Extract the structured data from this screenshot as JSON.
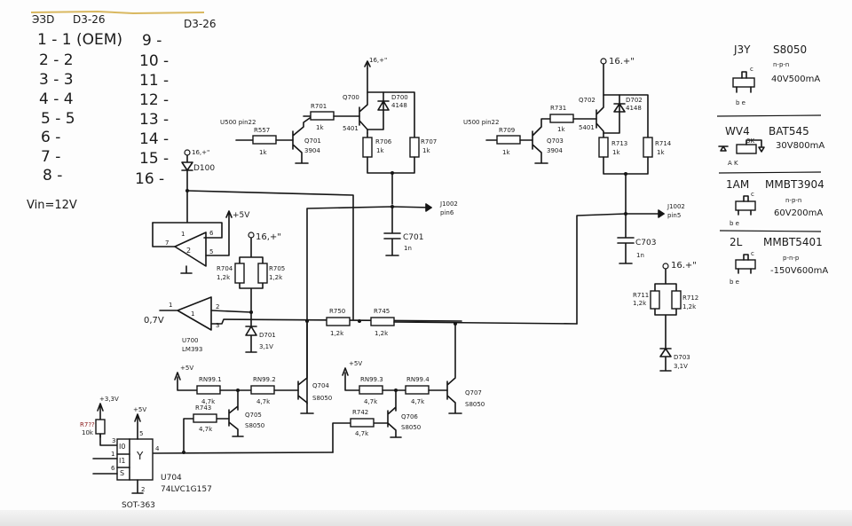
{
  "pin_table": {
    "header_left": "ЭЗD",
    "header_mid": "D3-26",
    "header_right": "D3-26",
    "left_rows": [
      "1 - 1 (OEM)",
      "2 - 2",
      "3 - 3",
      "4 - 4",
      "5 - 5",
      "6 -",
      "7 -",
      "8 -"
    ],
    "right_rows": [
      "9 -",
      "10 -",
      "11 -",
      "12 -",
      "13 -",
      "14 -",
      "15 -",
      "16 -"
    ]
  },
  "vin_label": "Vin=12V",
  "supply": {
    "rail_16": "16,+\"",
    "rail_16_alt": "16.+\"",
    "plus5": "+5V",
    "plus33": "+3,3V"
  },
  "driver_left": {
    "input": "U500 pin22",
    "r_base": {
      "ref": "R557",
      "value": "1k"
    },
    "q_npn": {
      "ref": "Q701",
      "part": "3904"
    },
    "r_mid": {
      "ref": "R701",
      "value": "1k"
    },
    "q_pnp": {
      "ref": "Q700",
      "part": "5401"
    },
    "diode": {
      "ref": "D700",
      "part": "4148"
    },
    "r_a": {
      "ref": "R706",
      "value": "1k"
    },
    "r_b": {
      "ref": "R707",
      "value": "1k"
    }
  },
  "driver_right": {
    "input": "U500 pin22",
    "r_base": {
      "ref": "R709",
      "value": "1k"
    },
    "q_npn": {
      "ref": "Q703",
      "part": "3904"
    },
    "r_mid": {
      "ref": "R731",
      "value": "1k"
    },
    "q_pnp": {
      "ref": "Q702",
      "part": "5401"
    },
    "diode": {
      "ref": "D702",
      "part": "4148"
    },
    "r_a": {
      "ref": "R713",
      "value": "1k"
    },
    "r_b": {
      "ref": "R714",
      "value": "1k"
    }
  },
  "d100": "D100",
  "opamp_top": {
    "pins": [
      "7",
      "1",
      "2",
      "6",
      "5"
    ]
  },
  "r704": {
    "ref": "R704",
    "value": "1,2k"
  },
  "r705": {
    "ref": "R705",
    "value": "1,2k"
  },
  "opamp_bottom": {
    "ref": "U700",
    "part": "LM393",
    "input": "0,7V",
    "pins": [
      "1",
      "1",
      "2",
      "3"
    ]
  },
  "d701": {
    "ref": "D701",
    "value": "3,1V"
  },
  "c701": {
    "ref": "C701",
    "value": "1n"
  },
  "c703": {
    "ref": "C703",
    "value": "1n"
  },
  "j1002": {
    "ref": "J1002",
    "pin": "pin6"
  },
  "h1002": {
    "ref": "J1002",
    "pin": "pin5"
  },
  "r750": {
    "ref": "R750",
    "value": "1,2k"
  },
  "r745": {
    "ref": "R745",
    "value": "1,2k"
  },
  "r711": {
    "ref": "R711",
    "value": "1,2k"
  },
  "r712": {
    "ref": "R712",
    "value": "1,2k"
  },
  "d703": {
    "ref": "D703",
    "value": "3,1V"
  },
  "bottom_stage": {
    "rn1": {
      "ref": "RN99.1",
      "value": "4,7k"
    },
    "rn2": {
      "ref": "RN99.2",
      "value": "4,7k"
    },
    "rn3": {
      "ref": "RN99.3",
      "value": "4,7k"
    },
    "rn4": {
      "ref": "RN99.4",
      "value": "4,7k"
    },
    "r743": {
      "ref": "R743",
      "value": "4,7k"
    },
    "r742": {
      "ref": "R742",
      "value": "4,7k"
    },
    "q704": {
      "ref": "Q704",
      "part": "S8050"
    },
    "q705": {
      "ref": "Q705",
      "part": "S8050"
    },
    "q706": {
      "ref": "Q706",
      "part": "S8050"
    },
    "q707": {
      "ref": "Q707",
      "part": "S8050"
    }
  },
  "mux": {
    "ref": "U704",
    "part": "74LVC1G157",
    "package": "SOT-363",
    "pins": {
      "i0": "I0",
      "i1": "I1",
      "s": "S",
      "y": "Y",
      "n3": "3",
      "n1": "1",
      "n6": "6",
      "n5": "5",
      "n4": "4",
      "n2": "2"
    },
    "pullup": {
      "ref": "R7??",
      "value": "10k"
    }
  },
  "legend": [
    {
      "code": "J3Y",
      "part": "S8050",
      "type": "n-p-n",
      "rating": "40V500mA",
      "pins": "b e",
      "c": "c"
    },
    {
      "code": "WV4",
      "part": "BAT545",
      "type": "",
      "rating": "30V800mA",
      "pins": "A  K",
      "c": "3K"
    },
    {
      "code": "1AM",
      "part": "MMBT3904",
      "type": "n-p-n",
      "rating": "60V200mA",
      "pins": "b e",
      "c": "c"
    },
    {
      "code": "2L",
      "part": "MMBT5401",
      "type": "p-n-p",
      "rating": "-150V600mA",
      "pins": "b e",
      "c": "c"
    }
  ]
}
